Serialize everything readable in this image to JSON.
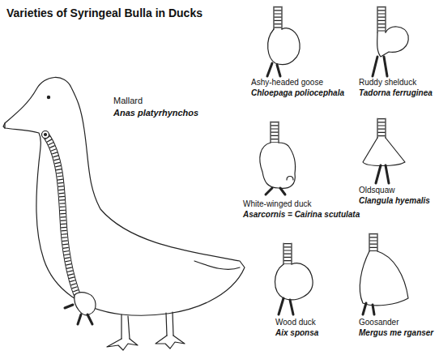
{
  "diagram": {
    "title": "Varieties of Syringeal Bulla in Ducks",
    "labels": [
      "Mallard",
      "Anas platyrhynchos",
      "Ashy-headed goose",
      "Chloepaga poliocephala",
      "Ruddy shelduck",
      "Tadorna ferruginea",
      "White-winged duck",
      "Asarcornis = Cairina scutulata",
      "Oldsquaw",
      "Clangula hyemalis",
      "Wood duck",
      "Aix sponsa",
      "Goosander",
      "Mergus me rganser"
    ]
  }
}
